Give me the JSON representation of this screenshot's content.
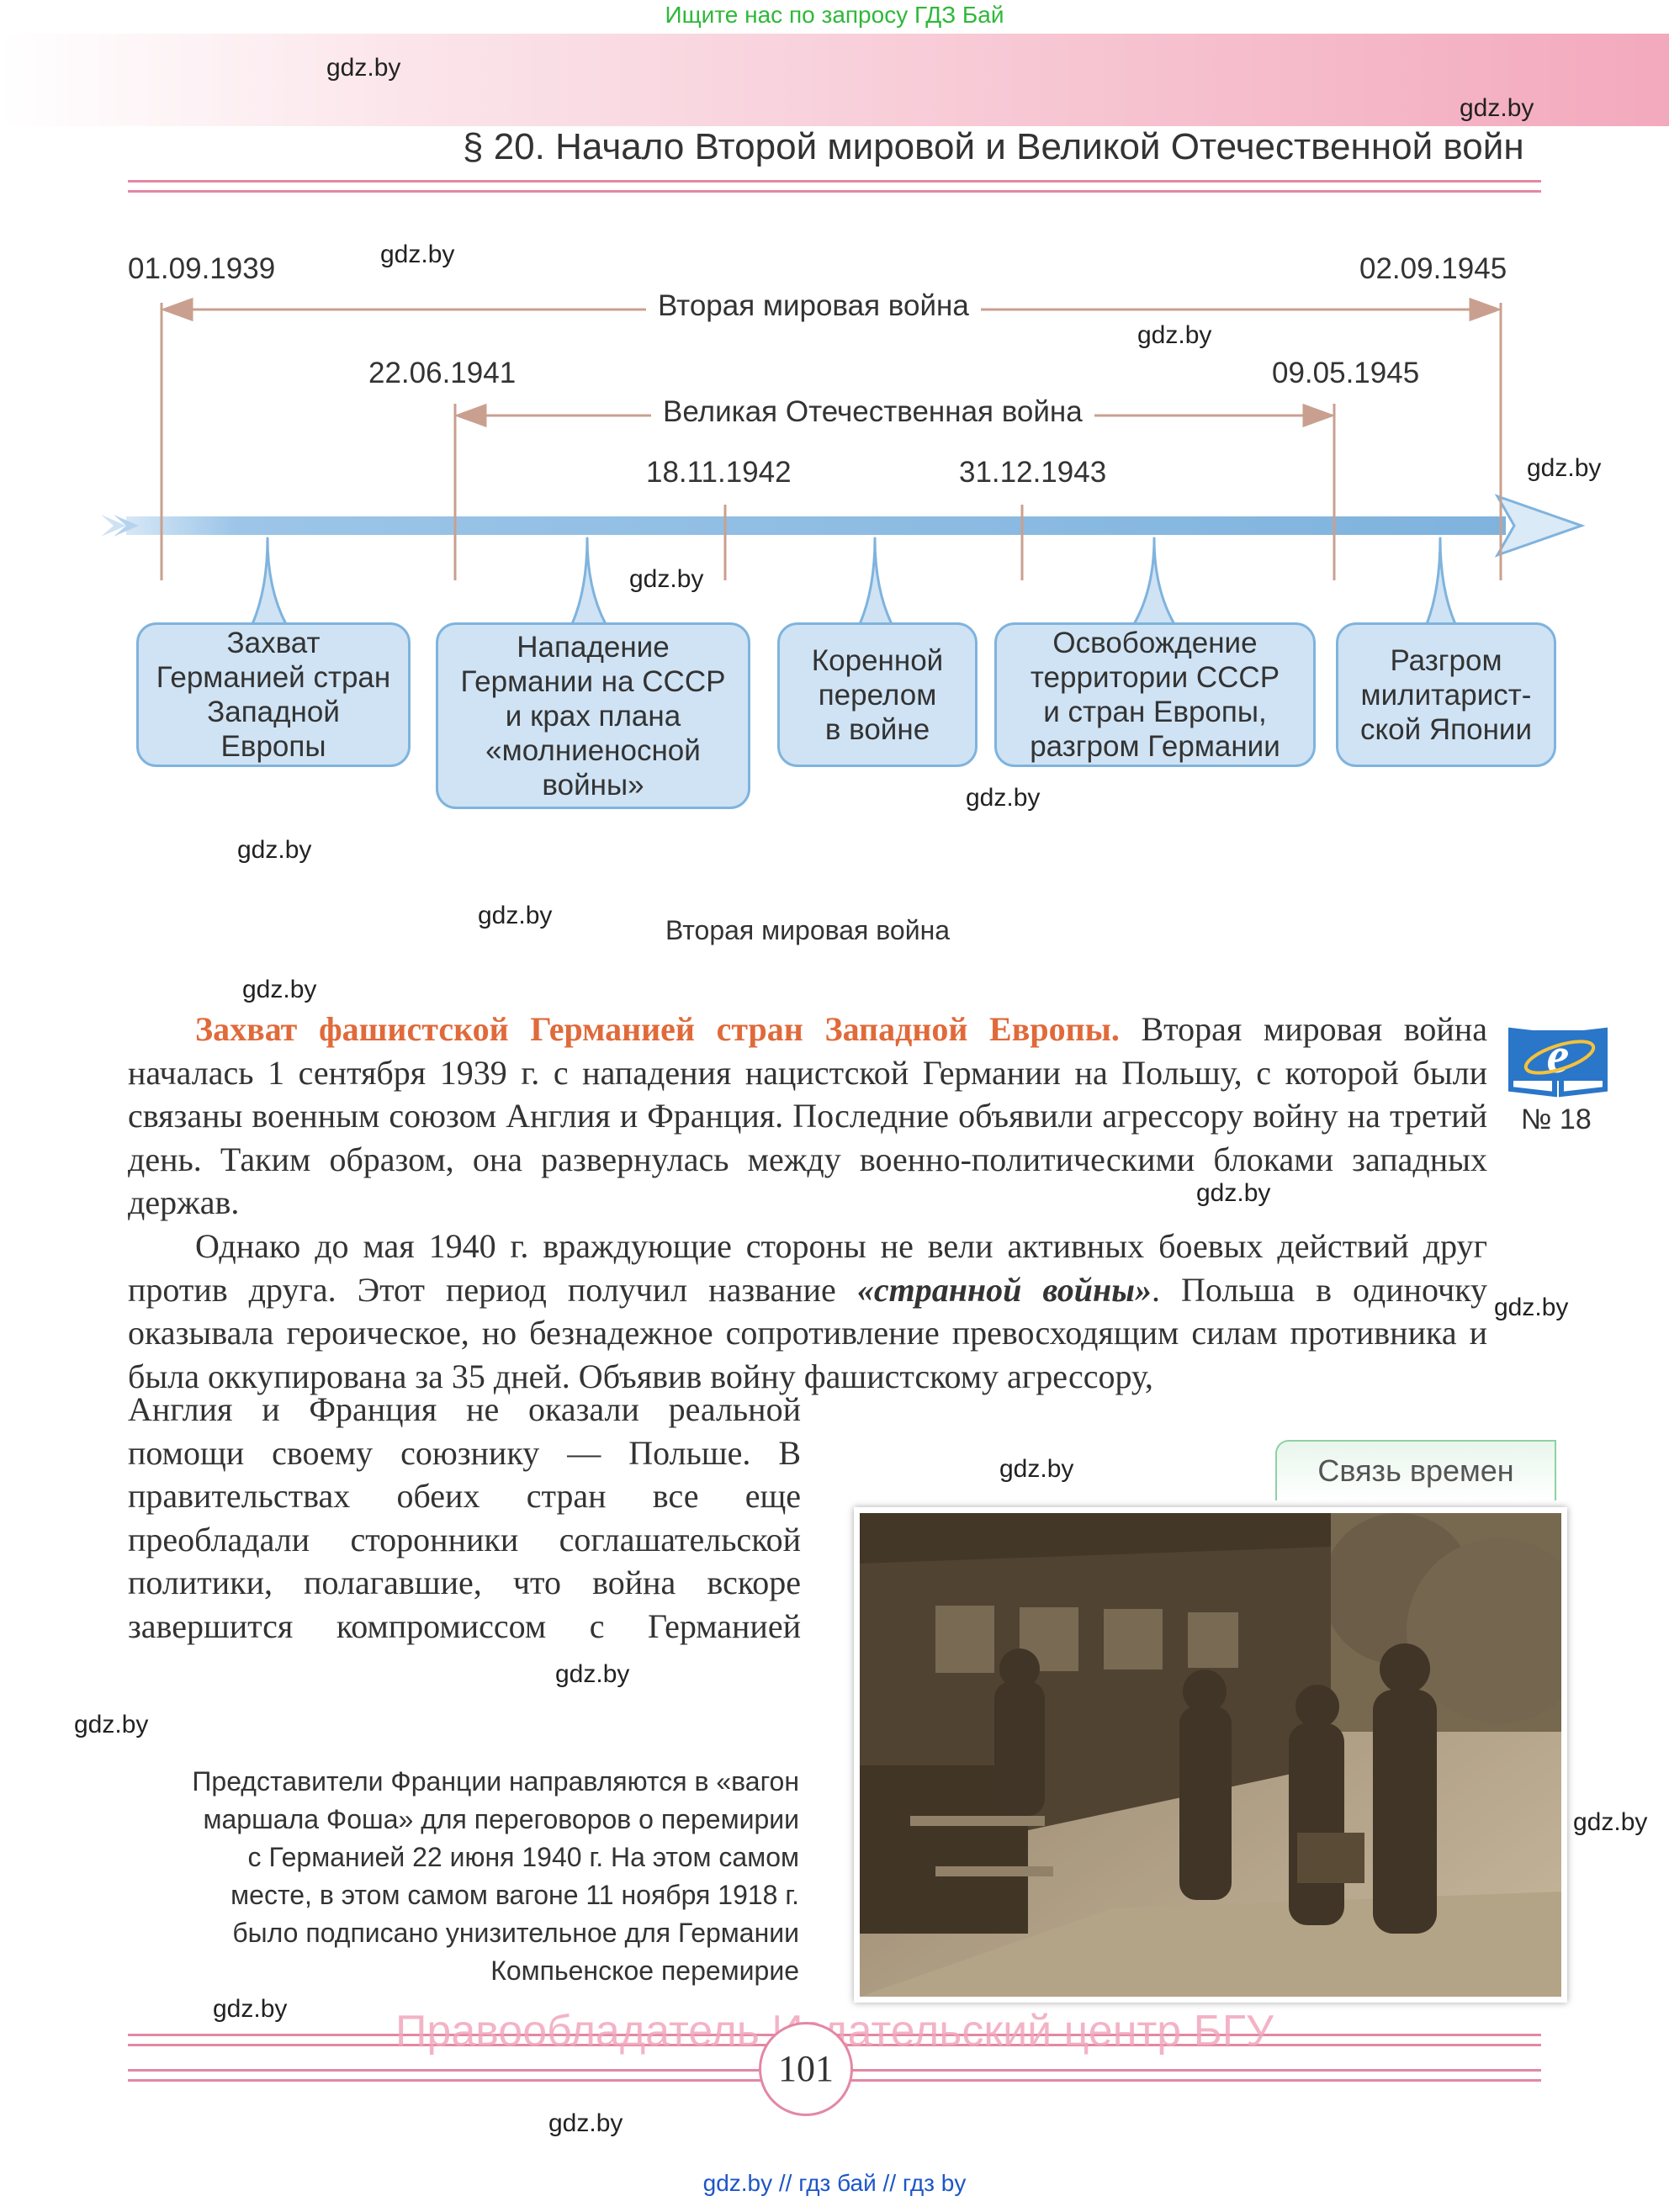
{
  "top_banner": "Ищите нас по запросу ГДЗ Бай",
  "watermark": "gdz.by",
  "chapter_title": "§ 20. Начало Второй мировой и Великой Отечественной войн",
  "timeline": {
    "dates": {
      "ww2_start": "01.09.1939",
      "ww2_end": "02.09.1945",
      "gpw_start": "22.06.1941",
      "gpw_end": "09.05.1945",
      "stalingrad": "18.11.1942",
      "end_1943": "31.12.1943"
    },
    "spans": {
      "ww2": "Вторая мировая война",
      "gpw": "Великая Отечественная война"
    },
    "callouts": [
      "Захват\nГерманией стран\nЗападной\nЕвропы",
      "Нападение\nГермании на СССР\nи крах плана\n«молниеносной\nвойны»",
      "Коренной\nперелом\nв войне",
      "Освобождение\nтерритории СССР\nи стран Европы,\nразгром Германии",
      "Разгром\nмилитарист-\nской Японии"
    ],
    "caption": "Вторая мировая война"
  },
  "section": {
    "heading": "Захват фашистской Германией стран Западной Европы.",
    "p1_rest": " Вторая мировая война началась 1 сентября 1939 г. с нападения нацистской Германии на Польшу, с которой были связаны военным союзом Англия и Франция. Последние объявили агрессору войну на третий день. Таким образом, она развернулась между военно-политическими блоками западных держав.",
    "p2_a": "Однако до мая 1940 г. враждующие стороны не вели активных боевых действий друг против друга. Этот период получил название ",
    "p2_term": "«странной войны»",
    "p2_b": ". Польша в одиночку оказывала героическое, но безнадежное сопротивление превосходящим силам противника и была оккупирована за 35 дней. Объявив войну фашистскому агрессору,",
    "p2_narrow": "Англия и Франция не оказали реальной помощи своему союзнику — Польше. В правительствах обеих стран все еще преобладали сторонники соглашательской политики, полагавшие, что война вскоре завершится компромиссом с Германией"
  },
  "ebook_ref": "№ 18",
  "svyaz_vremen": "Связь времен",
  "photo_caption": "Представители Франции направляются в «вагон\nмаршала Фоша» для переговоров о перемирии\nс Германией 22 июня 1940 г. На этом самом\nместе, в этом самом вагоне 11 ноября 1918 г.\nбыло подписано унизительное для Германии\nКомпьенское перемирие",
  "footer_watermark": "Правообладатель Издательский центр БГУ",
  "page_number": "101",
  "bottom_links": "gdz.by  //  гдз бай  //  гдз by",
  "colors": {
    "accent_pink": "#e487a4",
    "timeline_blue": "#7fb3dd",
    "callout_fill": "#cfe3f4",
    "heading_orange": "#e06a3a",
    "banner_green": "#2fb83a",
    "link_blue": "#1d56c8"
  }
}
